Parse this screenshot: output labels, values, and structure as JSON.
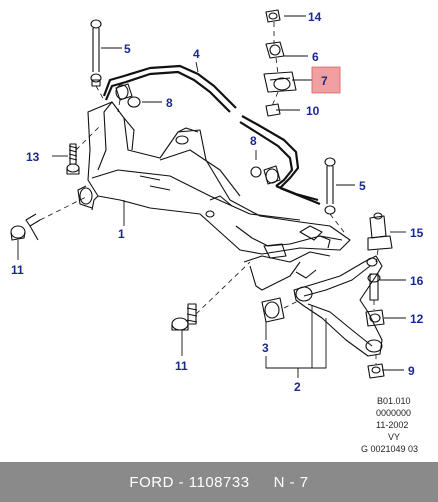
{
  "callouts": {
    "c1": "1",
    "c2": "2",
    "c3": "3",
    "c4": "4",
    "c5a": "5",
    "c5b": "5",
    "c6": "6",
    "c7": "7",
    "c8a": "8",
    "c8b": "8",
    "c9": "9",
    "c10": "10",
    "c11a": "11",
    "c11b": "11",
    "c12": "12",
    "c13": "13",
    "c14": "14",
    "c15": "15",
    "c16": "16"
  },
  "highlight_color": "#f0a0a0",
  "reference": {
    "line1": "B01.010",
    "line2": "0000000",
    "line3": "11-2002",
    "line4": "VY",
    "line5": "G 0021049 03"
  },
  "footer": {
    "brand": "FORD",
    "separator": "-",
    "part_number": "1108733",
    "position": "N - 7"
  }
}
